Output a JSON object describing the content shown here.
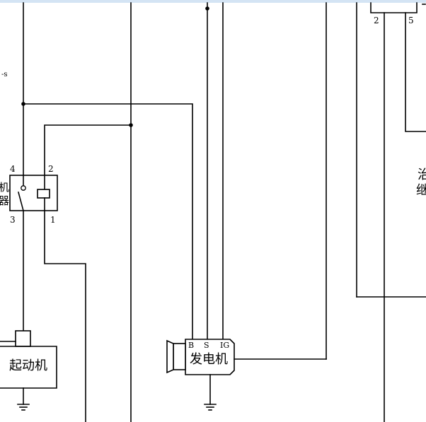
{
  "relay": {
    "pin_4": "4",
    "pin_2": "2",
    "pin_3": "3",
    "pin_1": "1",
    "side_label_top": "机",
    "side_label_bottom": "器"
  },
  "left_edge_text": "-s",
  "starter": {
    "label": "起动机"
  },
  "generator": {
    "label": "发电机",
    "terminal_b": "B",
    "terminal_s": "S",
    "terminal_ig": "IG"
  },
  "connector_right": {
    "pin_2": "2",
    "pin_5": "5"
  },
  "right_partial_top": "治",
  "right_partial_bottom": "继",
  "colors": {
    "wire": "#000000",
    "background": "#ffffff",
    "top_bar": "#d4e4f4"
  }
}
